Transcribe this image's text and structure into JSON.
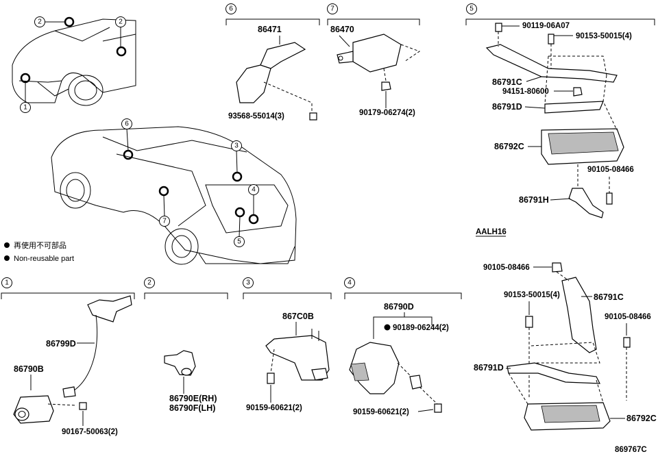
{
  "sections": {
    "s1": "1",
    "s2": "2",
    "s3": "3",
    "s4": "4",
    "s5": "5",
    "s6": "6",
    "s7": "7"
  },
  "legend": {
    "japanese": "再使用不可部品",
    "english": "Non-reusable part"
  },
  "parts": {
    "p86471": "86471",
    "p93568": "93568-55014(3)",
    "p86470": "86470",
    "p90179": "90179-06274(2)",
    "p90119": "90119-06A07",
    "p90153a": "90153-50015(4)",
    "p86791C_a": "86791C",
    "p94151": "94151-80600",
    "p86791D_a": "86791D",
    "p86792C_a": "86792C",
    "p90105a": "90105-08466",
    "p86791H": "86791H",
    "variant": "AALH16",
    "p90105b": "90105-08466",
    "p90153b": "90153-50015(4)",
    "p86791C_b": "86791C",
    "p90105c": "90105-08466",
    "p86791D_b": "86791D",
    "p86792C_b": "86792C",
    "p86799D": "86799D",
    "p86790B": "86790B",
    "p90167": "90167-50063(2)",
    "p86790E": "86790E(RH)",
    "p86790F": "86790F(LH)",
    "p867C0B": "867C0B",
    "p90159a": "90159-60621(2)",
    "p86790D": "86790D",
    "p90189": "90189-06244(2)",
    "p90159b": "90159-60621(2)",
    "figure_code": "869767C"
  }
}
